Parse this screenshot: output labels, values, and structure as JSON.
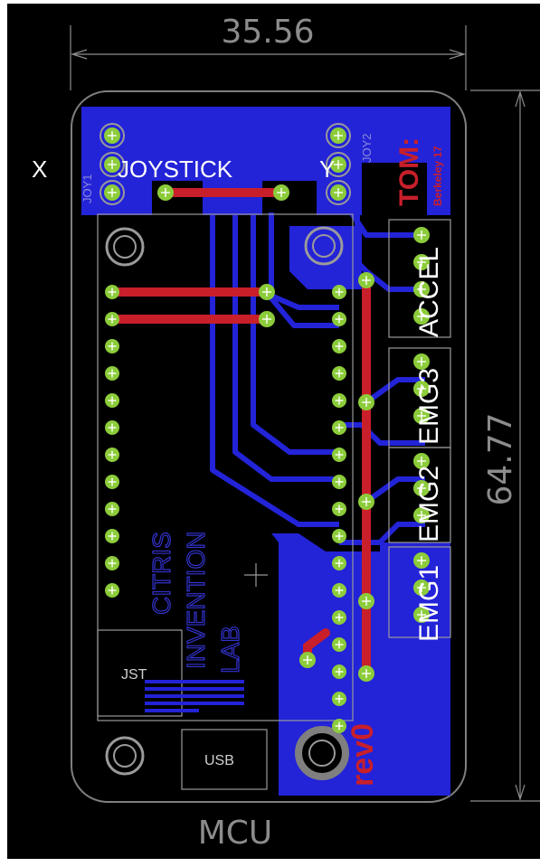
{
  "dimensions": {
    "width_mm": "35.56",
    "height_mm": "64.77"
  },
  "board": {
    "title": "MCU",
    "colors": {
      "background": "#000000",
      "board_edge": "#7f7f7f",
      "bottom_copper": "#2323d8",
      "top_copper": "#c81f2b",
      "pad": "#8ccc3a",
      "silk_grey": "#9a9a9a",
      "dim_line": "#8c8c8c"
    }
  },
  "labels": {
    "x": "X",
    "y": "Y",
    "joystick": "JOYSTICK",
    "joy1": "JOY1",
    "joy2": "JOY2",
    "tom": "TOM:",
    "berkeley": "Berkeley 17",
    "accel": "ACCEL",
    "emg3": "EMG3",
    "emg2": "EMG2",
    "emg1": "EMG1",
    "cutris": "CITRIS",
    "invention": "INVENTION",
    "lab": "LAB",
    "jst": "JST",
    "usb": "USB",
    "rev": "rev0"
  }
}
